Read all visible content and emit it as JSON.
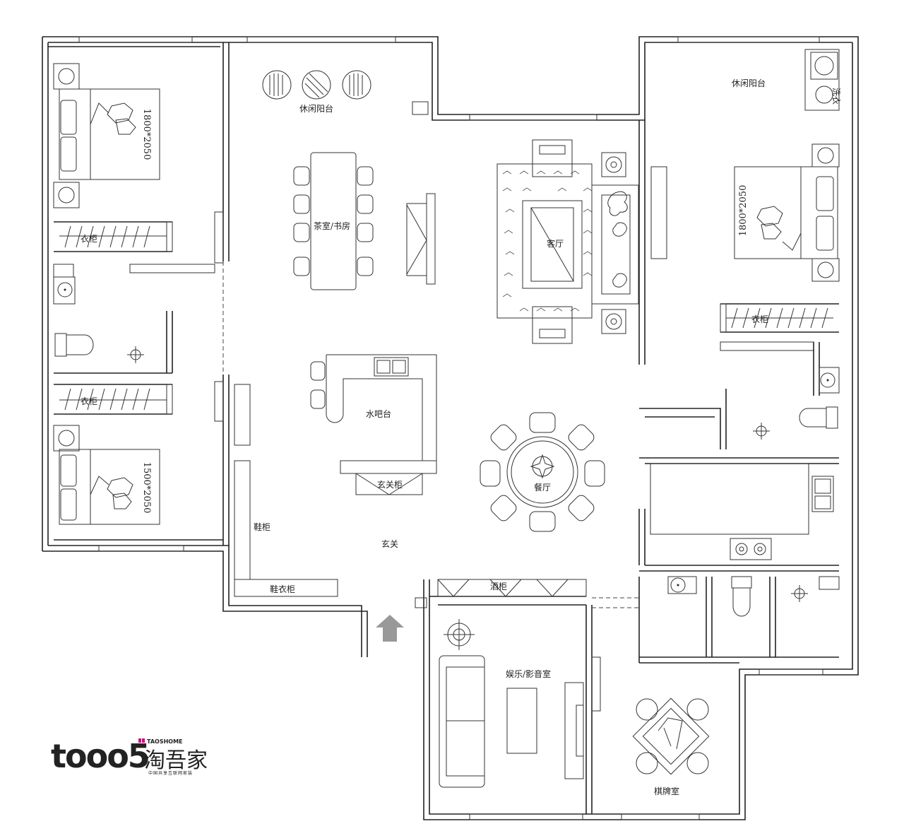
{
  "rooms": {
    "balcony_left": "休闲阳台",
    "balcony_right": "休闲阳台",
    "study": "茶室/书房",
    "living": "客厅",
    "bar": "水吧台",
    "dining": "餐厅",
    "foyer": "玄关",
    "porch_cabinet": "玄关柜",
    "shoe_cabinet": "鞋柜",
    "shoe_coat_cabinet": "鞋衣柜",
    "wine_cabinet": "酒柜",
    "media_room": "娱乐/影音室",
    "chess_room": "棋牌室",
    "wardrobe_1": "衣柜",
    "wardrobe_2": "衣柜",
    "wardrobe_3": "衣柜",
    "bed_1_size": "1800*2050",
    "bed_2_size": "1500*2050",
    "bed_3_size": "1800*2050",
    "laundry": "洗衣"
  },
  "brand": {
    "logo_text": "tooo5",
    "name_cn": "淘吾家",
    "name_en": "TAOSHOME",
    "slogan": "中国共享互联网家装"
  },
  "colors": {
    "line": "#222222",
    "arrow": "#999999",
    "logo_accent": "#c8177b"
  }
}
